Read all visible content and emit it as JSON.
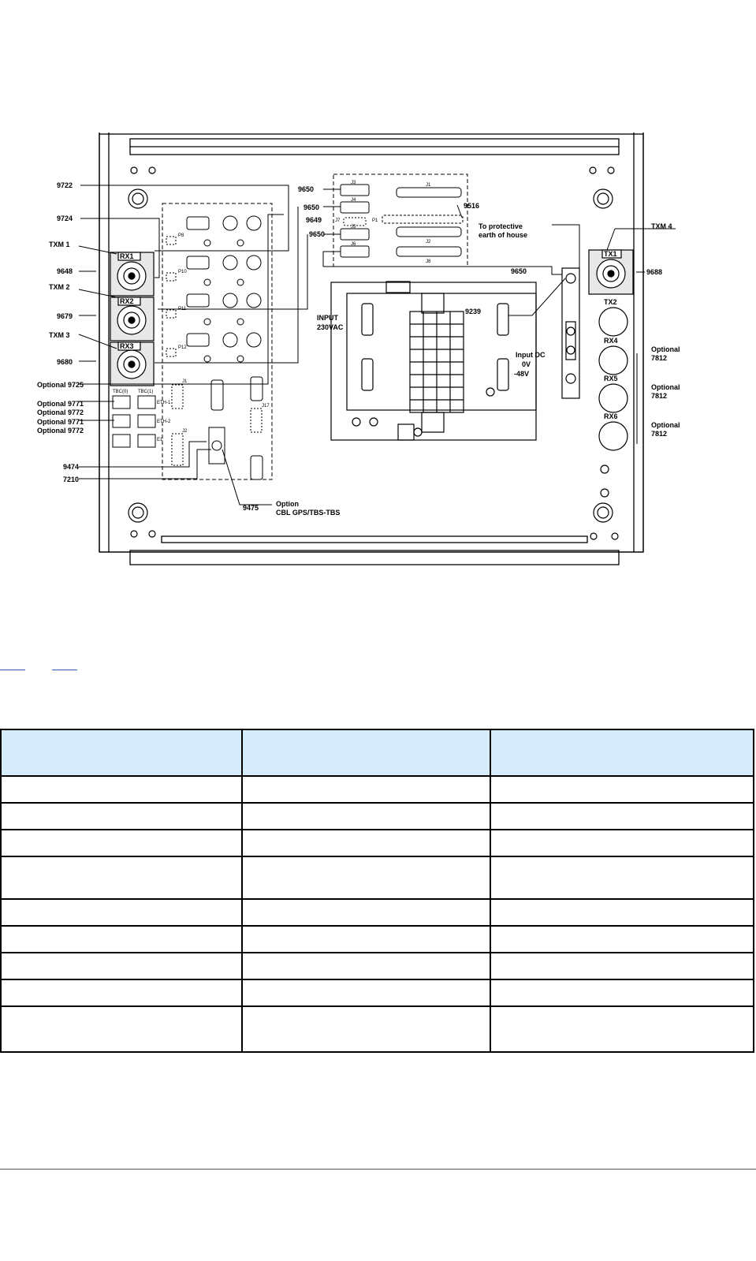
{
  "diagram": {
    "left_labels": [
      "9722",
      "9724",
      "TXM 1",
      "9648",
      "TXM 2",
      "9679",
      "TXM 3",
      "9680",
      "Optional  9725",
      "Optional 9771",
      "Optional 9772",
      "Optional 9771",
      "Optional 9772",
      "9474",
      "7210"
    ],
    "center_labels": [
      "9650",
      "9650",
      "9649",
      "9650",
      "9650",
      "9516",
      "9239",
      "9475"
    ],
    "protective_earth": [
      "To protective",
      "earth of house"
    ],
    "option_cbl": [
      "Option",
      "CBL GPS/TBS-TBS"
    ],
    "input_ac": [
      "INPUT",
      "230VAC"
    ],
    "input_dc": [
      "Input DC",
      "0V",
      "-48V"
    ],
    "right_labels": [
      "TXM 4",
      "9688"
    ],
    "optional_7812": [
      "Optional",
      "7812"
    ],
    "rx_ports": [
      "RX1",
      "RX2",
      "RX3"
    ],
    "tx_rx_right": [
      "TX1",
      "TX2",
      "RX4",
      "RX5",
      "RX6"
    ],
    "connectors": [
      "J3",
      "J4",
      "J7",
      "P1",
      "J5",
      "J6",
      "J1",
      "J2",
      "J8",
      "P8",
      "P10",
      "P11",
      "P12",
      "J1",
      "J2",
      "J17"
    ],
    "tbc_labels": [
      "TBC(0)",
      "TBC(1)",
      "ETH-1",
      "ETH-2",
      "E1"
    ]
  },
  "table": {
    "header": [
      "",
      "",
      ""
    ],
    "rows": [
      [
        "",
        "",
        ""
      ],
      [
        "",
        "",
        ""
      ],
      [
        "",
        "",
        ""
      ],
      [
        "",
        "",
        ""
      ],
      [
        "",
        "",
        ""
      ],
      [
        "",
        "",
        ""
      ],
      [
        "",
        "",
        ""
      ],
      [
        "",
        "",
        ""
      ],
      [
        "",
        "",
        ""
      ]
    ]
  }
}
